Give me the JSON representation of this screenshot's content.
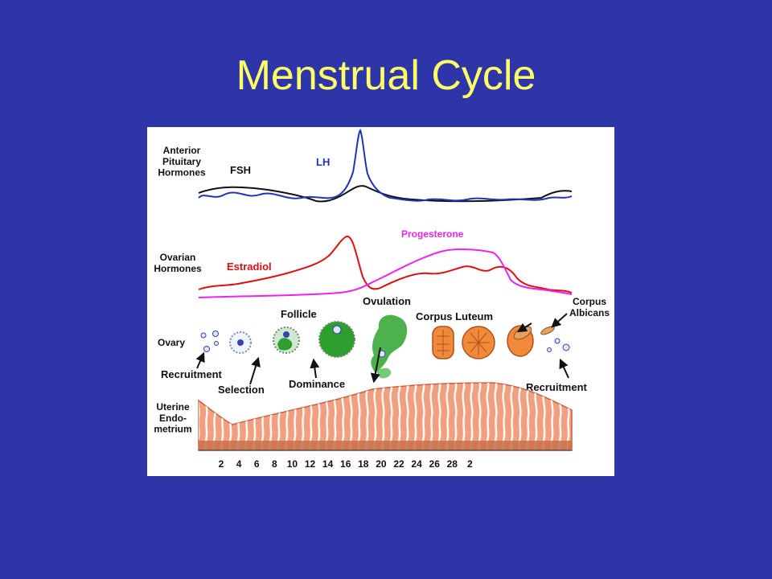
{
  "slide": {
    "title": "Menstrual Cycle"
  },
  "diagram": {
    "rows": {
      "pituitary": "Anterior\nPituitary\nHormones",
      "ovarian": "Ovarian\nHormones",
      "ovary": "Ovary",
      "uterine": "Uterine\nEndo-\nmetrium"
    },
    "hormones": {
      "fsh": "FSH",
      "lh": "LH",
      "estradiol": "Estradiol",
      "progesterone": "Progesterone"
    },
    "stages": {
      "follicle": "Follicle",
      "ovulation": "Ovulation",
      "corpus_luteum": "Corpus Luteum",
      "corpus_albicans": "Corpus\nAlbicans",
      "recruitment_left": "Recruitment",
      "selection": "Selection",
      "dominance": "Dominance",
      "recruitment_right": "Recruitment"
    },
    "day_axis": [
      "2",
      "4",
      "6",
      "8",
      "10",
      "12",
      "14",
      "16",
      "18",
      "20",
      "22",
      "24",
      "26",
      "28",
      "2"
    ],
    "colors": {
      "slide_background": "#2d35a8",
      "title": "#ffff66",
      "fsh": "#111111",
      "lh": "#2233bb",
      "estradiol": "#dd1111",
      "progesterone": "#ee22ee",
      "follicle": "#2e9e2e",
      "corpus_luteum": "#f08a3a",
      "endometrium": "#f0a080"
    }
  }
}
